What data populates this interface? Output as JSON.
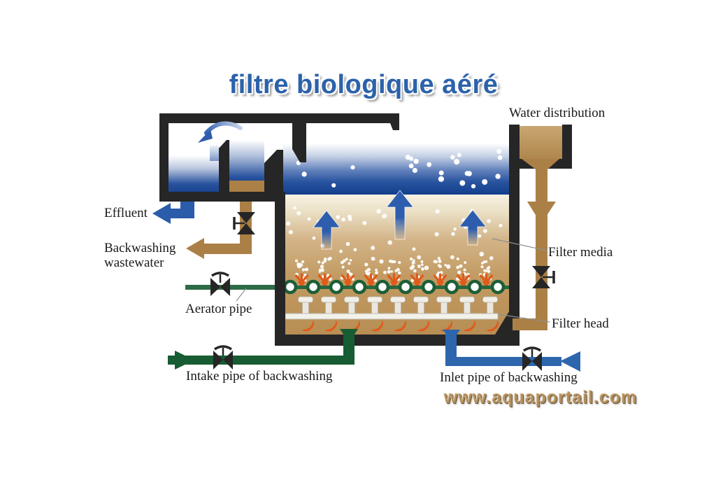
{
  "title": "filtre biologique aéré",
  "watermark": "www.aquaportail.com",
  "labels": {
    "water_distribution": "Water distribution",
    "effluent": "Effluent",
    "backwashing_wastewater": "Backwashing wastewater",
    "aerator_pipe": "Aerator pipe",
    "filter_media": "Filter media",
    "filter_head": "Filter head",
    "intake_pipe_of_backwashing": "Intake pipe of backwashing",
    "inlet_pipe_of_backwashing": "Inlet pipe of backwashing"
  },
  "colors": {
    "title_blue": "#2b62aa",
    "frame_black": "#262626",
    "water_blue": "#14408d",
    "media_tan": "#c09a64",
    "pipe_brown": "#ab8046",
    "pipe_dark_green": "#185c33",
    "pipe_blue": "#2d66ad",
    "aerator_green": "#2e6b47",
    "accent_orange": "#e05a1a",
    "watermark_tan": "#b2905e",
    "label_black": "#1a1a1a"
  }
}
